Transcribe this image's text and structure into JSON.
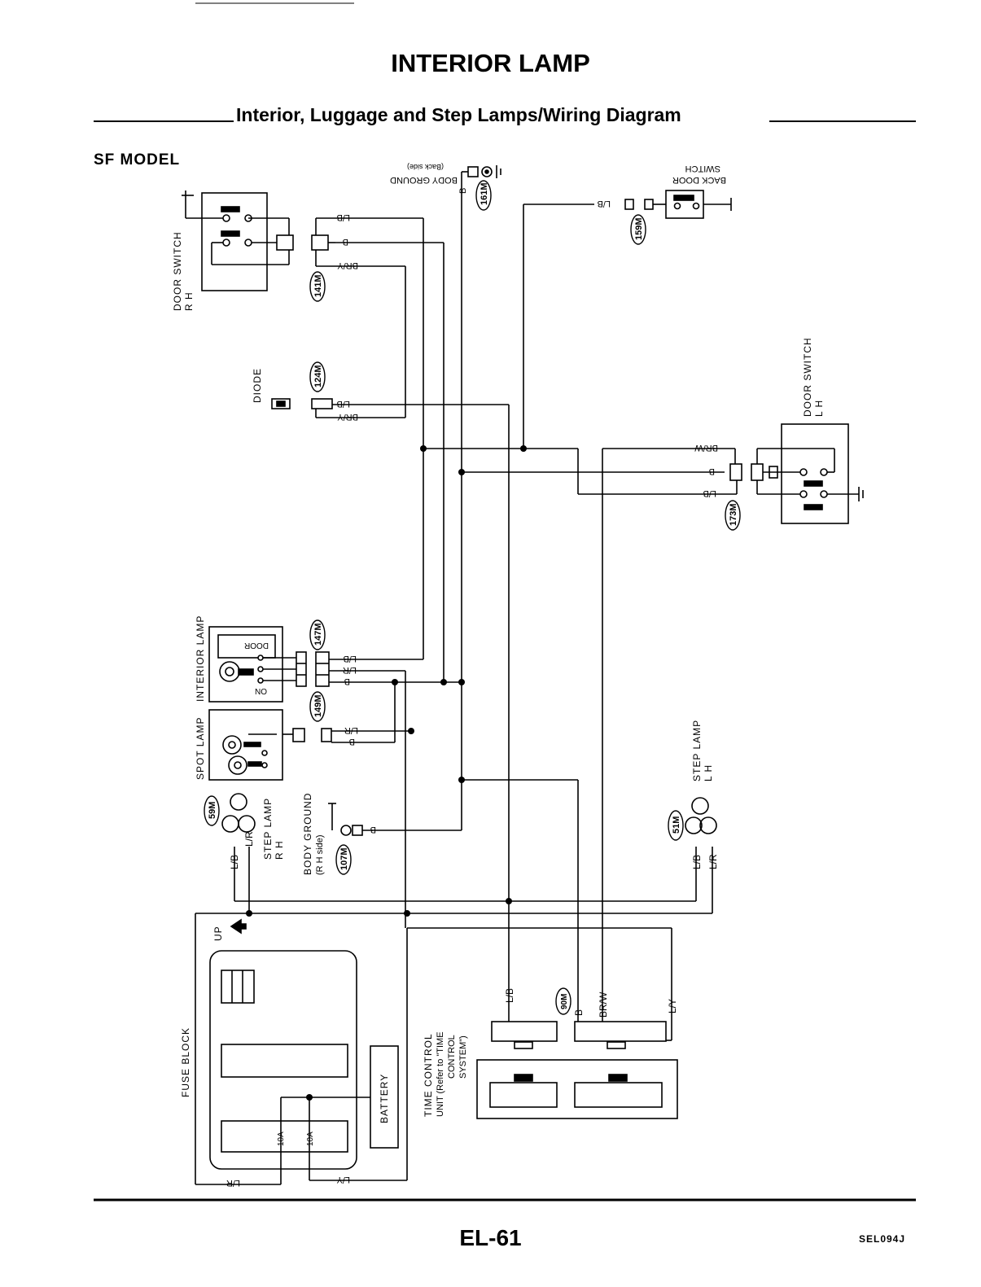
{
  "header": {
    "title": "INTERIOR LAMP",
    "subtitle": "Interior, Luggage and Step Lamps/Wiring Diagram",
    "model": "SF MODEL"
  },
  "components": {
    "door_switch_rh": [
      "DOOR SWITCH",
      "R H"
    ],
    "door_switch_lh": [
      "DOOR SWITCH",
      "L H"
    ],
    "diode": "DIODE",
    "back_door_switch": [
      "BACK DOOR",
      "SWITCH"
    ],
    "body_ground_back": [
      "BODY GROUND",
      "(Back side)"
    ],
    "interior_lamp": "INTERIOR LAMP",
    "interior_lamp_door": "DOOR",
    "interior_lamp_on": "ON",
    "spot_lamp": "SPOT LAMP",
    "step_lamp_rh": [
      "STEP LAMP",
      "R H"
    ],
    "step_lamp_lh": [
      "STEP LAMP",
      "L H"
    ],
    "body_ground_rh": [
      "BODY GROUND",
      "(R H side)"
    ],
    "fuse_block": "FUSE BLOCK",
    "up": "UP",
    "battery": "BATTERY",
    "time_control": [
      "TIME CONTROL",
      "UNIT (Refer to \"TIME",
      "CONTROL",
      "SYSTEM\")"
    ],
    "fuse_a": "10A",
    "fuse_b": "10A"
  },
  "connectors": {
    "c161": "161M",
    "c159": "159M",
    "c141": "141M",
    "c124": "124M",
    "c173": "173M",
    "c147": "147M",
    "c149": "149M",
    "c59": "59M",
    "c51": "51M",
    "c107": "107M",
    "c90": "90M"
  },
  "wires": {
    "lb": "L/B",
    "b": "B",
    "bry": "BR/Y",
    "brw": "BR/W",
    "lr": "L/R",
    "ly": "L/Y"
  },
  "footer": {
    "ref": "SEL094J",
    "page": "EL-61"
  }
}
